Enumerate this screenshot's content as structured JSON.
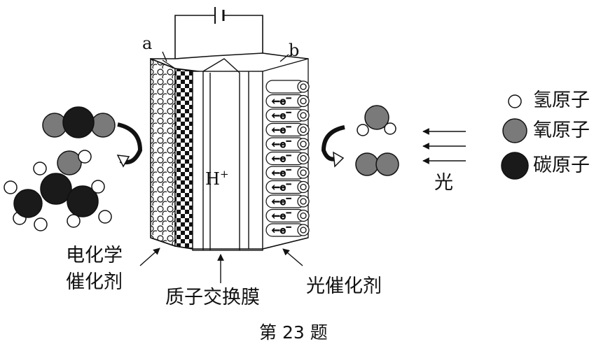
{
  "terminals": {
    "a": "a",
    "b": "b"
  },
  "membrane_ion": "H",
  "membrane_ion_charge": "+",
  "electron": "e",
  "electron_charge": "−",
  "labels": {
    "electrochemical_catalyst_line1": "电化学",
    "electrochemical_catalyst_line2": "催化剂",
    "proton_exchange_membrane": "质子交换膜",
    "photocatalyst": "光催化剂",
    "light": "光"
  },
  "legend": [
    {
      "label": "氢原子",
      "fill": "#ffffff"
    },
    {
      "label": "氧原子",
      "fill": "#7a7a7a"
    },
    {
      "label": "碳原子",
      "fill": "#1a1a1a"
    }
  ],
  "caption": "第 23 题",
  "colors": {
    "hydrogen": "#ffffff",
    "oxygen": "#7a7a7a",
    "carbon": "#1a1a1a",
    "line": "#111111"
  }
}
